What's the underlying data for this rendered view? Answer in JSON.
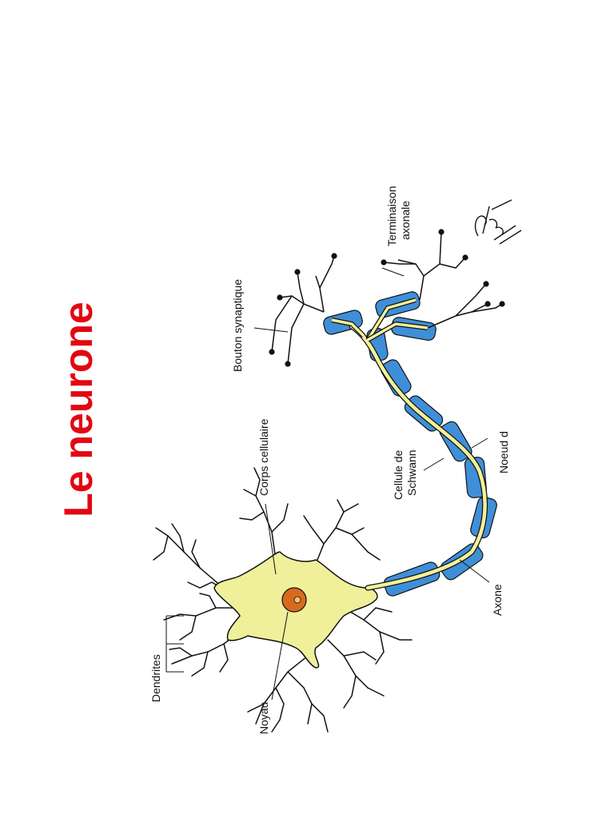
{
  "title": "Le neurone",
  "labels": {
    "dendrites": "Dendrites",
    "noyau": "Noyau",
    "corps_cellulaire": "Corps cellulaire",
    "axone": "Axone",
    "cellule_de_schwann_line1": "Cellule de",
    "cellule_de_schwann_line2": "Schwann",
    "noeud": "Noeud d",
    "bouton_synaptique": "Bouton synaptique",
    "terminaison_line1": "Terminaison",
    "terminaison_line2": "axonale"
  },
  "colors": {
    "title": "#e30613",
    "cell_body": "#f0ef9a",
    "myelin": "#3f8fd8",
    "axon_core": "#f4f09a",
    "nucleus": "#d86a1e",
    "nucleolus": "#f3c27a"
  }
}
